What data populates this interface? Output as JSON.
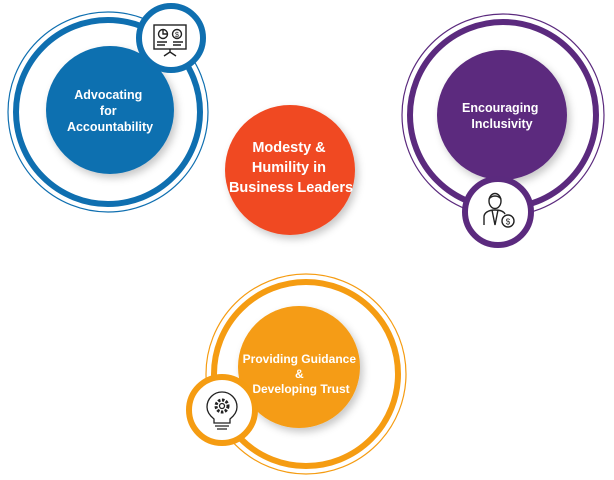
{
  "center": {
    "lines": [
      "Modesty &",
      "Humility in",
      "Business Leaders"
    ],
    "color": "#f04a23"
  },
  "nodes": [
    {
      "id": "accountability",
      "lines": [
        "Advocating",
        "for",
        "Accountability"
      ],
      "color": "#0f6fb0",
      "icon": "presentation-board-icon"
    },
    {
      "id": "inclusivity",
      "lines": [
        "Encouraging",
        "Inclusivity"
      ],
      "color": "#5b2a7e",
      "icon": "businessman-dollar-icon"
    },
    {
      "id": "guidance",
      "lines": [
        "Providing Guidance",
        "&",
        "Developing Trust"
      ],
      "color": "#f59c12",
      "icon": "lightbulb-gear-icon"
    }
  ]
}
